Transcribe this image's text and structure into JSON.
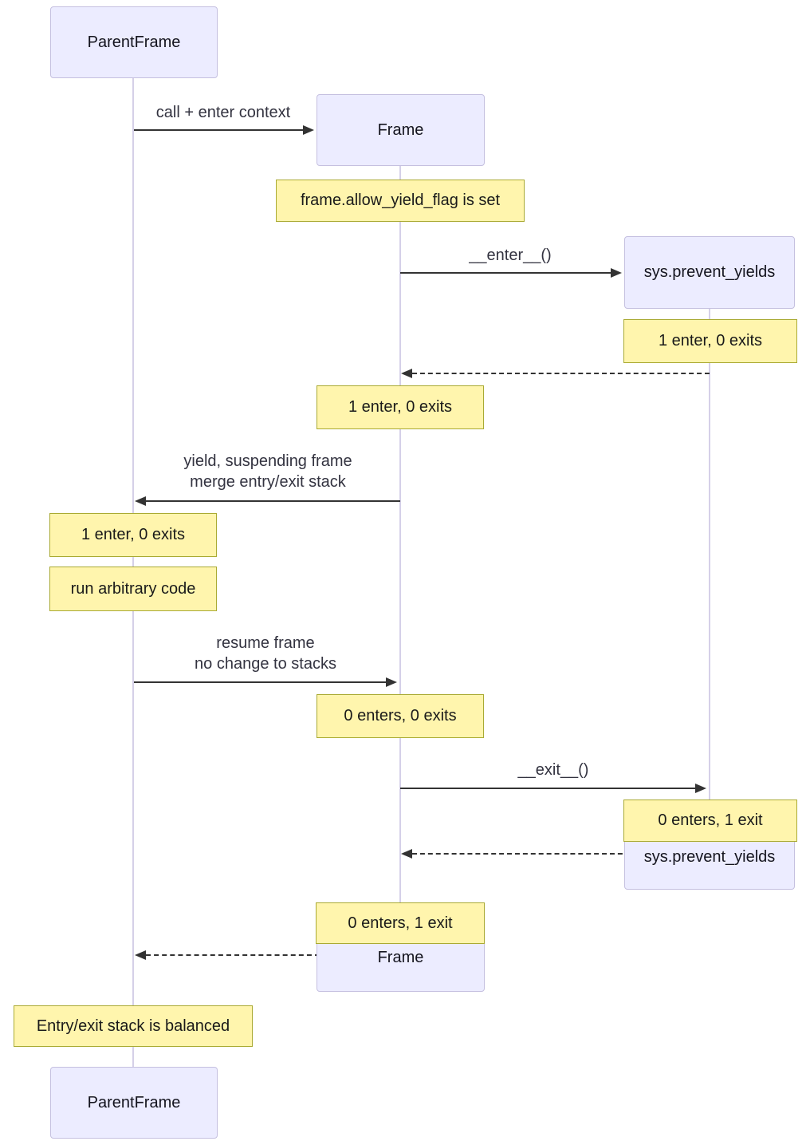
{
  "diagram_type": "sequence-diagram",
  "participants": [
    {
      "label": "ParentFrame"
    },
    {
      "label": "Frame"
    },
    {
      "label": "sys.prevent_yields"
    }
  ],
  "messages": [
    {
      "label": "call + enter context",
      "from": "ParentFrame",
      "to": "Frame",
      "style": "solid"
    },
    {
      "label": "__enter__()",
      "from": "Frame",
      "to": "sys.prevent_yields",
      "style": "solid"
    },
    {
      "label": "",
      "from": "sys.prevent_yields",
      "to": "Frame",
      "style": "dashed"
    },
    {
      "line1": "yield, suspending frame",
      "line2": "merge entry/exit stack",
      "from": "Frame",
      "to": "ParentFrame",
      "style": "solid"
    },
    {
      "line1": "resume frame",
      "line2": "no change to stacks",
      "from": "ParentFrame",
      "to": "Frame",
      "style": "solid"
    },
    {
      "label": "__exit__()",
      "from": "Frame",
      "to": "sys.prevent_yields",
      "style": "solid"
    },
    {
      "label": "",
      "from": "sys.prevent_yields",
      "to": "Frame",
      "style": "dashed"
    },
    {
      "label": "",
      "from": "Frame",
      "to": "ParentFrame",
      "style": "dashed"
    }
  ],
  "notes": [
    {
      "text": "frame.allow_yield_flag is set",
      "over": "Frame"
    },
    {
      "text": "1 enter, 0 exits",
      "over": "sys.prevent_yields"
    },
    {
      "text": "1 enter, 0 exits",
      "over": "Frame"
    },
    {
      "text": "1 enter, 0 exits",
      "over": "ParentFrame"
    },
    {
      "text": "run arbitrary code",
      "over": "ParentFrame"
    },
    {
      "text": "0 enters, 0 exits",
      "over": "Frame"
    },
    {
      "text": "0 enters, 1 exit",
      "over": "sys.prevent_yields"
    },
    {
      "text": "0 enters, 1 exit",
      "over": "Frame"
    },
    {
      "text": "Entry/exit stack is balanced",
      "over": "ParentFrame"
    }
  ],
  "colors": {
    "actor_fill": "#ECECFF",
    "actor_border": "#C5C0E0",
    "actor_text": "#14141E",
    "note_fill": "#FFF5AD",
    "note_border": "#AAAA33",
    "note_text": "#1A1A1A",
    "line_color": "#333333",
    "msg_text": "#333340",
    "lifeline_color": "#D5D0E8"
  }
}
